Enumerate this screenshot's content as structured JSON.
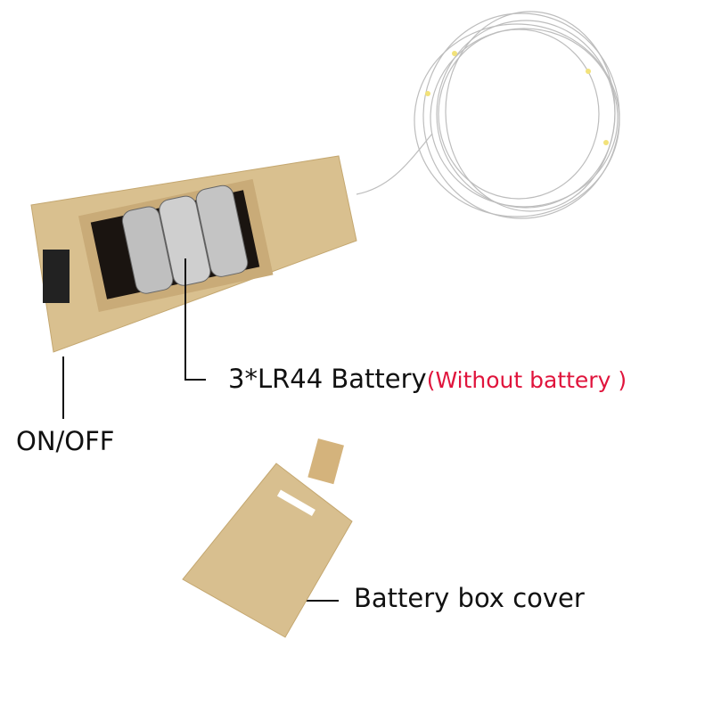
{
  "labels": {
    "battery": "3*LR44 Battery",
    "battery_note": "(Without battery )",
    "switch": "ON/OFF",
    "cover": "Battery box cover"
  },
  "colors": {
    "case": "#d9c08f",
    "case_shadow": "#b89a64",
    "note_red": "#e0143c",
    "wire": "#c8c8c8"
  }
}
